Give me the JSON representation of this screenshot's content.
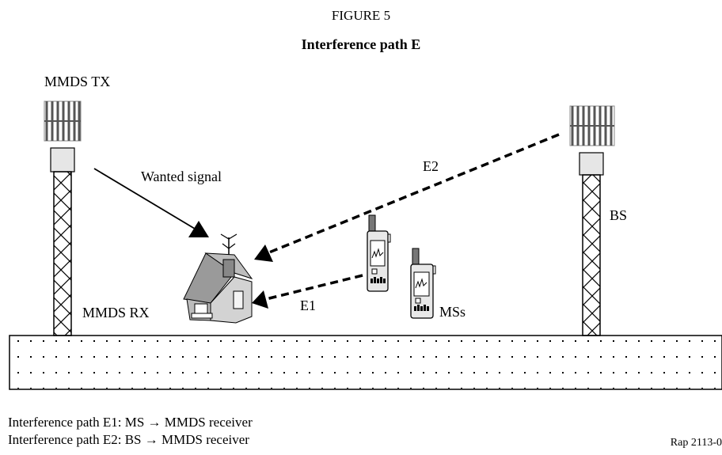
{
  "figure_number": "FIGURE 5",
  "figure_title": "Interference path E",
  "labels": {
    "mmds_tx": "MMDS TX",
    "wanted_signal": "Wanted signal",
    "e2": "E2",
    "bs": "BS",
    "mmds_rx": "MMDS RX",
    "e1": "E1",
    "mss": "MSs"
  },
  "footnotes": [
    "Interference path E1: MS → MMDS receiver",
    "Interference path E2: BS →  MMDS receiver"
  ],
  "reference": "Rap 2113-0"
}
